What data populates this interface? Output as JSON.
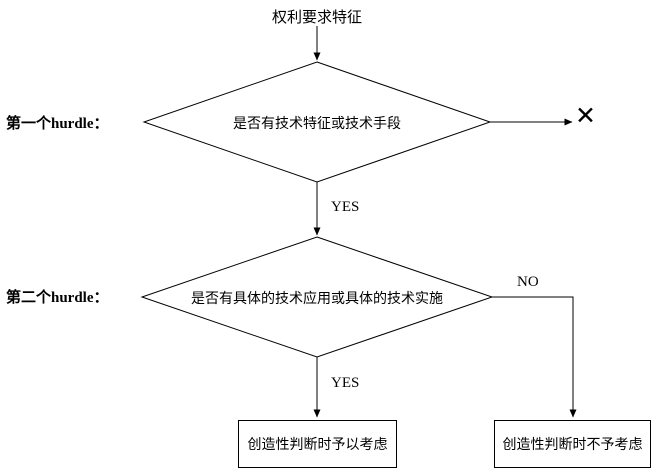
{
  "flowchart": {
    "title": "权利要求特征",
    "labels": {
      "hurdle1": "第一个hurdle：",
      "hurdle2": "第二个hurdle：",
      "yes1": "YES",
      "yes2": "YES",
      "no": "NO",
      "reject_mark": "✕"
    },
    "decisions": {
      "d1": "是否有技术特征或技术手段",
      "d2": "是否有具体的技术应用或具体的技术实施"
    },
    "results": {
      "considered": "创造性判断时予以考虑",
      "not_considered": "创造性判断时不予考虑"
    },
    "colors": {
      "line": "#000000",
      "text": "#000000",
      "background": "#ffffff"
    }
  }
}
